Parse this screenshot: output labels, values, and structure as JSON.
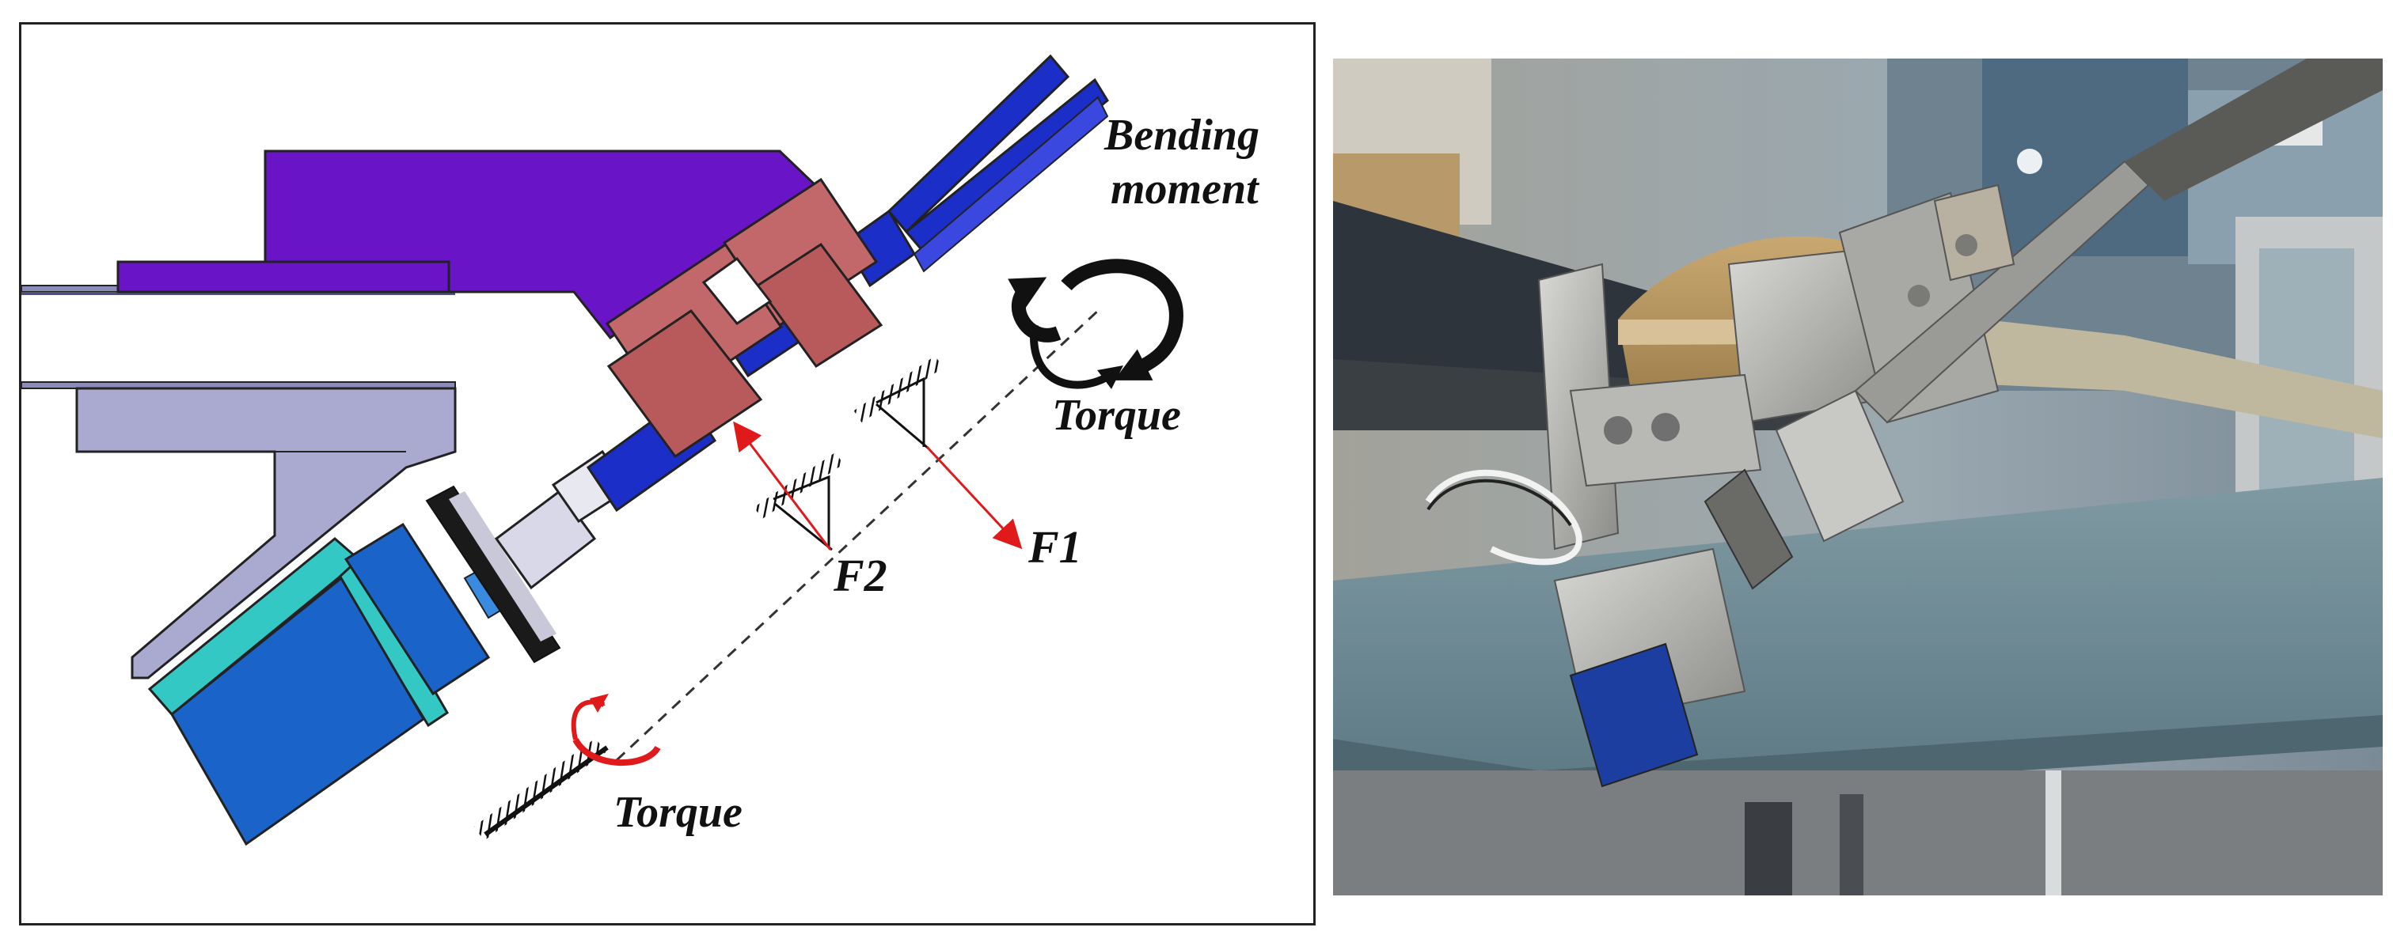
{
  "labels": {
    "bending_moment_line1": "Bending",
    "bending_moment_line2": "moment",
    "torque_top": "Torque",
    "torque_bottom": "Torque",
    "force_f1": "F1",
    "force_f2": "F2"
  },
  "colors": {
    "purple_bracket": "#6a14c8",
    "rod_blue": "#1c2ec8",
    "mount_pink": "#c2686a",
    "motor_blue": "#1a63c8",
    "lavender_bracket": "#aaaad0",
    "teal_bracket": "#34c8c4",
    "force_arrow": "#e01a1a"
  }
}
